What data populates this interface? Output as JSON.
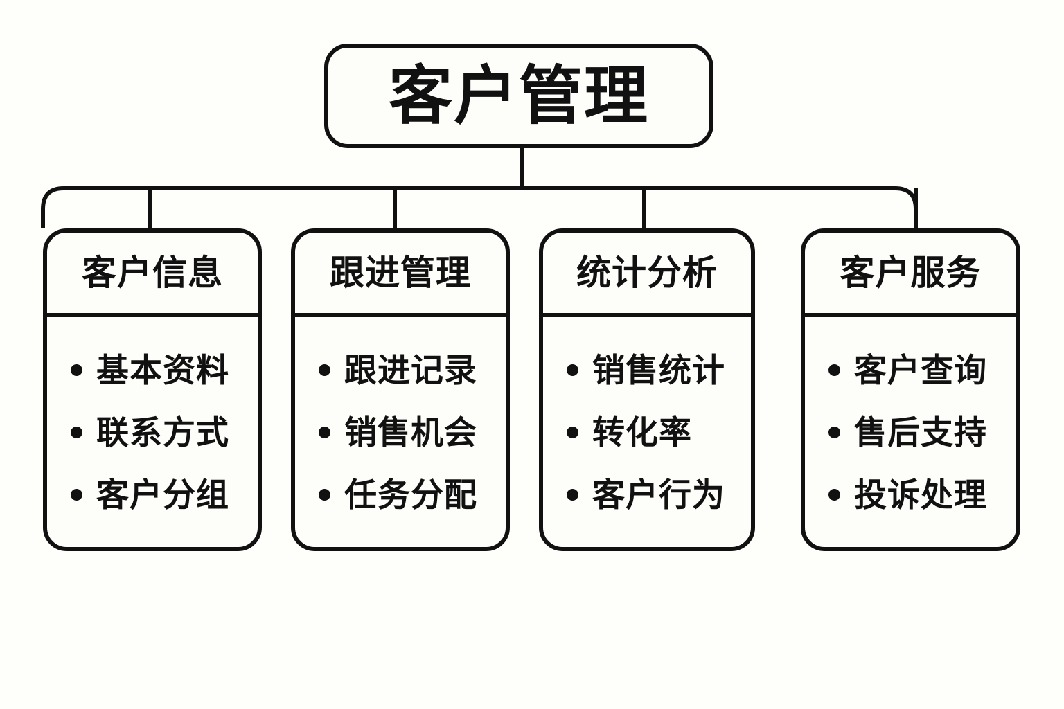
{
  "diagram": {
    "type": "org-tree",
    "orientation": "top-down",
    "background_color": "#fefefb",
    "line_color": "#111111",
    "root": {
      "title": "客户管理"
    },
    "children": [
      {
        "title": "客户信息",
        "items": [
          "基本资料",
          "联系方式",
          "客户分组"
        ]
      },
      {
        "title": "跟进管理",
        "items": [
          "跟进记录",
          "销售机会",
          "任务分配"
        ]
      },
      {
        "title": "统计分析",
        "items": [
          "销售统计",
          "转化率",
          "客户行为"
        ]
      },
      {
        "title": "客户服务",
        "items": [
          "客户查询",
          "售后支持",
          "投诉处理"
        ]
      }
    ]
  }
}
